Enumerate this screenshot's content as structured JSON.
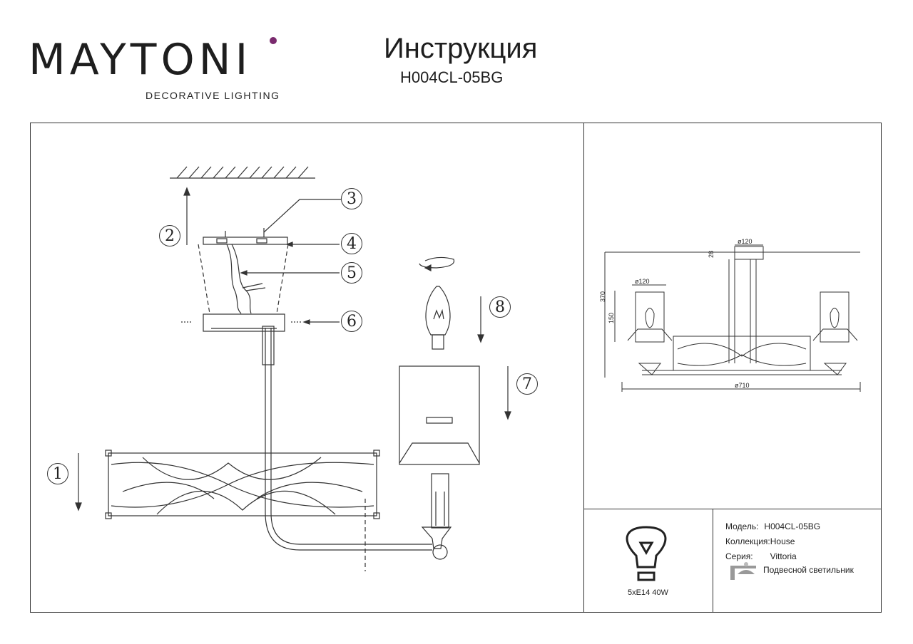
{
  "header": {
    "logo_text": "MAYTONI",
    "logo_tagline": "DECORATIVE LIGHTING",
    "title": "Инструкция",
    "model_code": "H004CL-05BG"
  },
  "callouts": [
    "1",
    "2",
    "3",
    "4",
    "5",
    "6",
    "7",
    "8"
  ],
  "dimensions": {
    "top_diameter": "ø120",
    "canopy_height": "28",
    "overall_height": "370",
    "shade_diameter": "ø120",
    "shade_height": "150",
    "overall_diameter": "ø710"
  },
  "lamp": {
    "spec": "5xE14 40W",
    "icon": "light-bulb-icon"
  },
  "info": {
    "model_label": "Модель:",
    "model_value": "H004CL-05BG",
    "collection_label": "Коллекция:",
    "collection_value": "House",
    "series_label": "Серия:",
    "series_value": "Vittoria",
    "type_icon": "pendant-lamp-icon",
    "type_value": "Подвесной светильник"
  },
  "colors": {
    "logo_accent": "#7a2a6e",
    "line": "#333333"
  }
}
